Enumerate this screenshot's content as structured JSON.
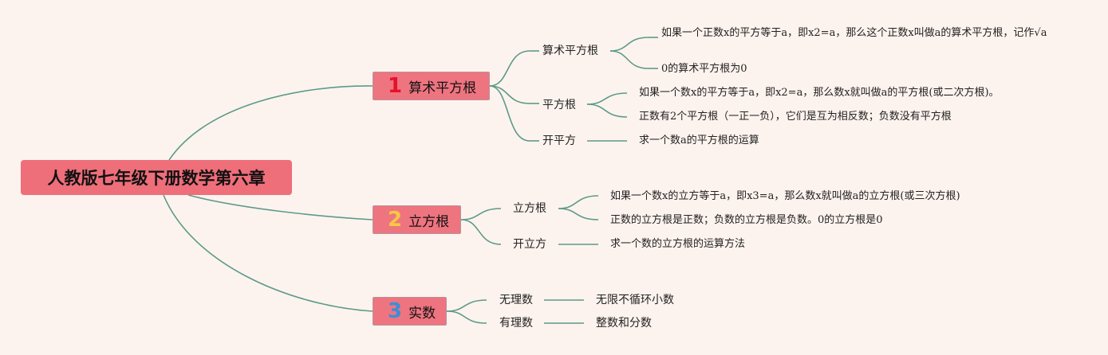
{
  "root": {
    "label": "人教版七年级下册数学第六章"
  },
  "branches": [
    {
      "number": "1",
      "number_color": "#e4122d",
      "label": "算术平方根",
      "children": [
        {
          "label": "算术平方根",
          "leaves": [
            "如果一个正数x的平方等于a，即x2=a，那么这个正数x叫做a的算术平方根，记作√a",
            "0的算术平方根为0"
          ]
        },
        {
          "label": "平方根",
          "leaves": [
            "如果一个数x的平方等于a，即x2=a，那么数x就叫做a的平方根(或二次方根)。",
            "正数有2个平方根（一正一负），它们是互为相反数；负数没有平方根"
          ]
        },
        {
          "label": "开平方",
          "leaves": [
            "求一个数a的平方根的运算"
          ]
        }
      ]
    },
    {
      "number": "2",
      "number_color": "#f7c843",
      "label": "立方根",
      "children": [
        {
          "label": "立方根",
          "leaves": [
            "如果一个数x的立方等于a，即x3=a，那么数x就叫做a的立方根(或三次方根)",
            "正数的立方根是正数；负数的立方根是负数。0的立方根是0"
          ]
        },
        {
          "label": "开立方",
          "leaves": [
            "求一个数的立方根的运算方法"
          ]
        }
      ]
    },
    {
      "number": "3",
      "number_color": "#3e8ed6",
      "label": "实数",
      "children": [
        {
          "label": "无理数",
          "leaves": [
            "无限不循环小数"
          ]
        },
        {
          "label": "有理数",
          "leaves": [
            "整数和分数"
          ]
        }
      ]
    }
  ],
  "colors": {
    "background": "#fdf3ee",
    "node": "#ee6e7a",
    "connector": "#5c9a8a"
  }
}
